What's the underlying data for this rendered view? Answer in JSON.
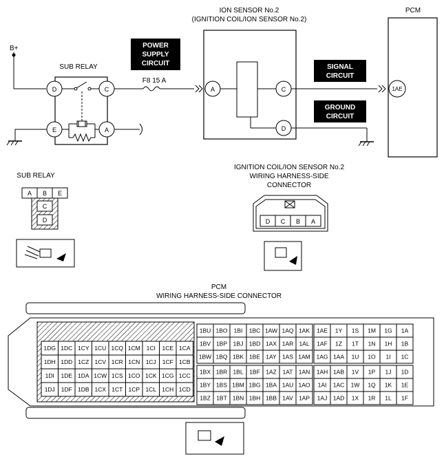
{
  "labels": {
    "pcm_top": "PCM",
    "ion_sensor_title": "ION SENSOR No.2",
    "ion_sensor_sub": "(IGNITION COIL/ION SENSOR No.2)",
    "b_plus": "B+",
    "sub_relay": "SUB RELAY",
    "fuse": "F8 15 A",
    "power_supply": [
      "POWER",
      "SUPPLY",
      "CIRCUIT"
    ],
    "signal": [
      "SIGNAL",
      "CIRCUIT"
    ],
    "ground": [
      "GROUND",
      "CIRCUIT"
    ],
    "sub_relay_conn": "SUB RELAY",
    "ion_conn_title": [
      "IGNITION COIL/ION SENSOR No.2",
      "WIRING HARNESS-SIDE",
      "CONNECTOR"
    ],
    "pcm_conn_title": [
      "PCM",
      "WIRING HARNESS-SIDE CONNECTOR"
    ]
  },
  "terminals": {
    "relay_d": "D",
    "relay_c": "C",
    "relay_e": "E",
    "relay_a": "A",
    "ion_a": "A",
    "ion_c": "C",
    "ion_d": "D",
    "pcm_1ae": "1AE"
  },
  "sub_relay_pins": {
    "row1": [
      "A",
      "B",
      "E"
    ],
    "col": [
      "C",
      "D"
    ]
  },
  "ion_pins": [
    "D",
    "C",
    "B",
    "A"
  ],
  "pcm_left_rows": [
    [
      "1DG",
      "1DC",
      "1CY",
      "1CU",
      "1CQ",
      "1CM",
      "1CI",
      "1CE",
      "1CA"
    ],
    [
      "1DH",
      "1DD",
      "1CZ",
      "1CV",
      "1CR",
      "1CN",
      "1CJ",
      "1CF",
      "1CB"
    ],
    [
      "1DI",
      "1DE",
      "1DA",
      "1CW",
      "1CS",
      "1CO",
      "1CK",
      "1CG",
      "1CC"
    ],
    [
      "1DJ",
      "1DF",
      "1DB",
      "1CX",
      "1CT",
      "1CP",
      "1CL",
      "1CH",
      "1CD"
    ]
  ],
  "pcm_mid_top": [
    [
      "1BU",
      "1BO",
      "1BI",
      "1BC",
      "1AW",
      "1AQ",
      "1AK"
    ],
    [
      "1BV",
      "1BP",
      "1BJ",
      "1BD",
      "1AX",
      "1AR",
      "1AL"
    ],
    [
      "1BW",
      "1BQ",
      "1BK",
      "1BE",
      "1AY",
      "1AS",
      "1AM"
    ]
  ],
  "pcm_mid_bot": [
    [
      "1BX",
      "1BR",
      "1BL",
      "1BF",
      "1AZ",
      "1AT",
      "1AN"
    ],
    [
      "1BY",
      "1BS",
      "1BM",
      "1BG",
      "1BA",
      "1AU",
      "1AO"
    ],
    [
      "1BZ",
      "1BT",
      "1BN",
      "1BH",
      "1BB",
      "1AV",
      "1AP"
    ]
  ],
  "pcm_right_top": [
    [
      "1AE",
      "1Y",
      "1S",
      "1M",
      "1G",
      "1A"
    ],
    [
      "1AF",
      "1Z",
      "1T",
      "1N",
      "1H",
      "1B"
    ],
    [
      "1AG",
      "1AA",
      "1U",
      "1O",
      "1I",
      "1C"
    ]
  ],
  "pcm_right_bot": [
    [
      "1AH",
      "1AB",
      "1V",
      "1P",
      "1J",
      "1D"
    ],
    [
      "1AI",
      "1AC",
      "1W",
      "1Q",
      "1K",
      "1E"
    ],
    [
      "1AJ",
      "1AD",
      "1X",
      "1R",
      "1L",
      "1F"
    ]
  ],
  "colors": {
    "line": "#000000",
    "label_bg": "#000000",
    "label_fg": "#ffffff"
  }
}
